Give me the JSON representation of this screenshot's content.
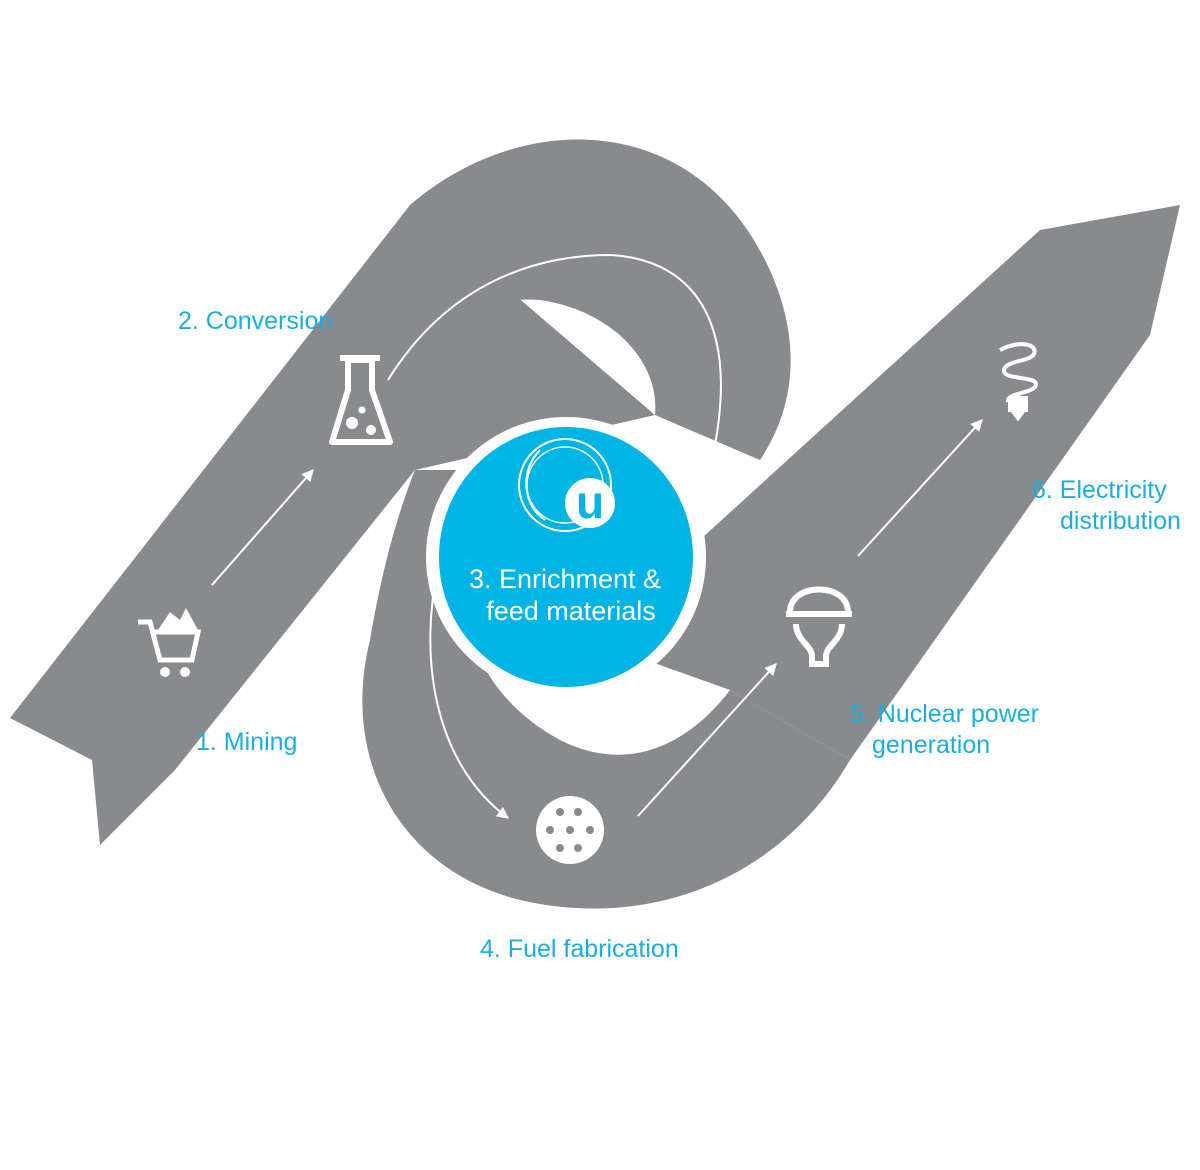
{
  "colors": {
    "road": "#898a8d",
    "accent": "#00b5e6",
    "label": "#1aaee0",
    "icon": "#ffffff"
  },
  "steps": [
    {
      "number": "1",
      "label": "1. Mining",
      "icon": "mine-cart-icon"
    },
    {
      "number": "2",
      "label": "2. Conversion",
      "icon": "flask-icon"
    },
    {
      "number": "3",
      "label_line1": "3. Enrichment &",
      "label_line2": "feed materials",
      "icon": "uranium-logo-icon"
    },
    {
      "number": "4",
      "label": "4. Fuel fabrication",
      "icon": "fuel-pellet-icon"
    },
    {
      "number": "5",
      "label_line1": "5. Nuclear power",
      "label_line2": "generation",
      "icon": "reactor-icon"
    },
    {
      "number": "6",
      "label_line1": "6. Electricity",
      "label_line2": "distribution",
      "icon": "light-bulb-icon"
    }
  ],
  "logo": {
    "letter": "u"
  }
}
